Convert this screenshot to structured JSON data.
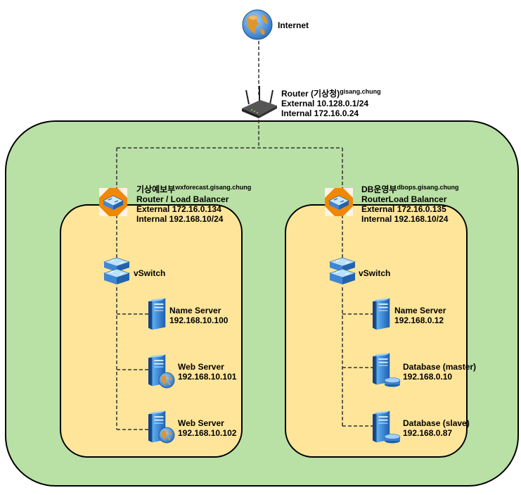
{
  "internet": {
    "label": "Internet"
  },
  "main_router": {
    "title": "Router (기상청)",
    "sup": "gisang.chung",
    "external": "External 10.128.0.1/24",
    "internal": "Internal 172.16.0.24"
  },
  "left_router": {
    "title": "기상예보부",
    "sup": "wxforecast.gisang.chung",
    "role": "Router / Load Balancer",
    "external": "External 172.16.0.134",
    "internal": "Internal 192.168.10/24"
  },
  "right_router": {
    "title": "DB운영부",
    "sup": "dbops.gisang.chung",
    "role": "RouterLoad Balancer",
    "external": "External 172.16.0.135",
    "internal": "Internal 192.168.10/24"
  },
  "left_switch": {
    "label": "vSwitch"
  },
  "right_switch": {
    "label": "vSwitch"
  },
  "left_servers": [
    {
      "name": "Name Server",
      "ip": "192.168.10.100"
    },
    {
      "name": "Web Server",
      "ip": "192.168.10.101"
    },
    {
      "name": "Web Server",
      "ip": "192.168.10.102"
    }
  ],
  "right_servers": [
    {
      "name": "Name Server",
      "ip": "192.168.0.12"
    },
    {
      "name": "Database (master)",
      "ip": "192.168.0.10"
    },
    {
      "name": "Database (slave)",
      "ip": "192.168.0.87"
    }
  ],
  "colors": {
    "outer_zone": "#b9e0a5",
    "inner_zone": "#ffe599",
    "router_accent": "#f08705",
    "server_blue": "#2f7fd6"
  }
}
